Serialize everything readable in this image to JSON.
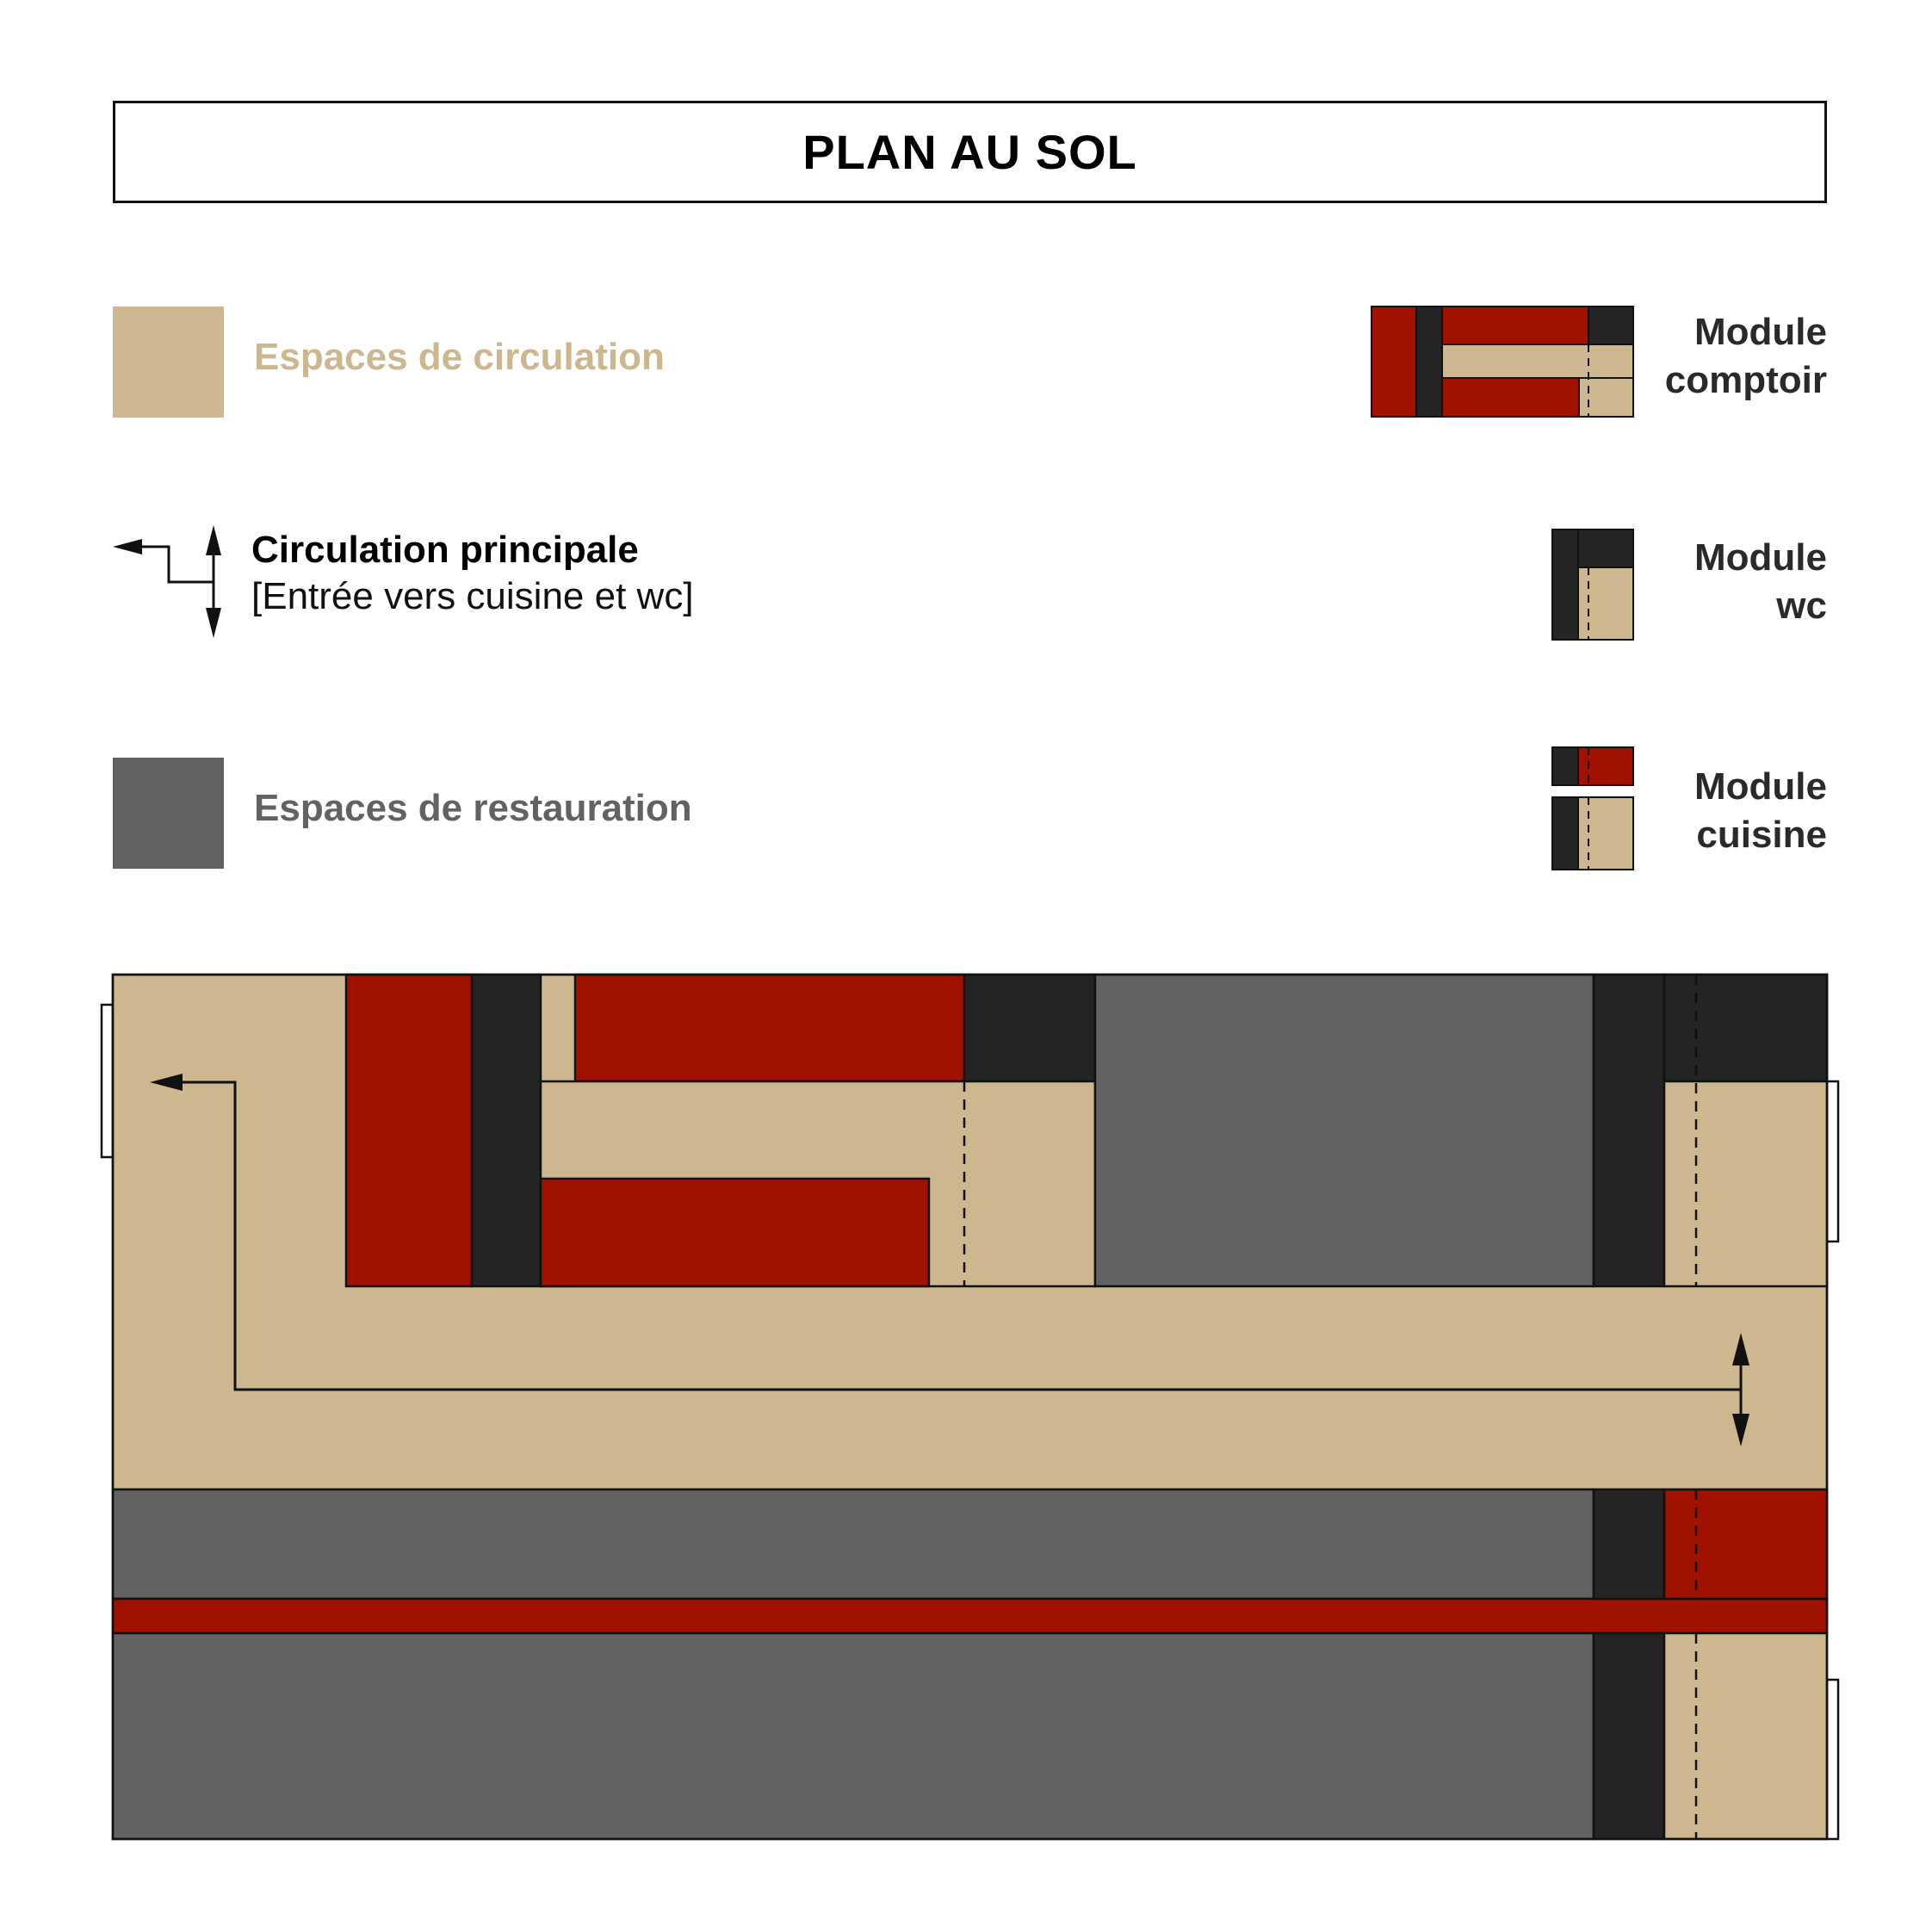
{
  "title": "PLAN AU SOL",
  "colors": {
    "circulation": "#cdb78e",
    "restauration": "#626262",
    "red": "#a01100",
    "dark": "#242424",
    "line": "#111111"
  },
  "legend": {
    "circulation_label": "Espaces de circulation",
    "circulation_icon": "arrow-icon",
    "circulation_main_label": "Circulation principale",
    "circulation_main_sub": "[Entrée vers cuisine et wc]",
    "restauration_label": "Espaces de restauration"
  },
  "modules": {
    "comptoir": {
      "line1": "Module",
      "line2": "comptoir"
    },
    "wc": {
      "line1": "Module",
      "line2": "wc"
    },
    "cuisine": {
      "line1": "Module",
      "line2": "cuisine"
    }
  }
}
